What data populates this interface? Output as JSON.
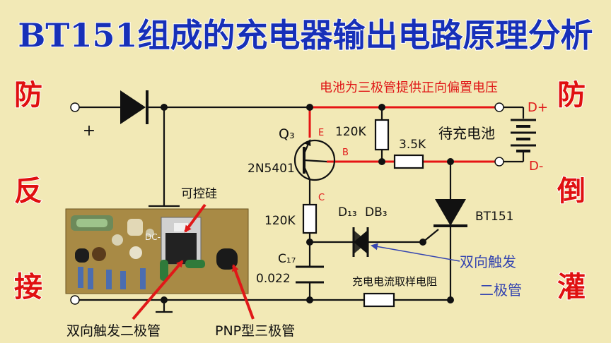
{
  "title": "BT151组成的充电器输出电路原理分析",
  "side_labels": {
    "left_top": "防",
    "left_mid": "反",
    "left_bottom": "接",
    "right_top": "防",
    "right_mid": "倒",
    "right_bottom": "灌"
  },
  "plus_sign": "+",
  "annotation_red": "电池为三极管提供正向偏置电压",
  "terminals": {
    "d_plus": "D+",
    "d_minus": "D-"
  },
  "battery_label": "待充电池",
  "transistor": {
    "ref": "Q₃",
    "part": "2N5401",
    "pin_e": "E",
    "pin_b": "B",
    "pin_c": "C"
  },
  "resistors": {
    "r_base_left": "120K",
    "r_base_series": "3.5K",
    "r_collector": "120K"
  },
  "capacitor": {
    "ref": "C₁₇",
    "value": "0.022"
  },
  "diac": {
    "ref1": "D₁₃",
    "ref2": "DB₃"
  },
  "scr": "BT151",
  "photo_callouts": {
    "scr": "可控硅",
    "diac": "双向触发二极管",
    "pnp": "PNP型三极管"
  },
  "sense_resistor_label": "充电电流取样电阻",
  "diac_note": [
    "双向触发",
    "二极管"
  ],
  "photo_silk": "DC-"
}
